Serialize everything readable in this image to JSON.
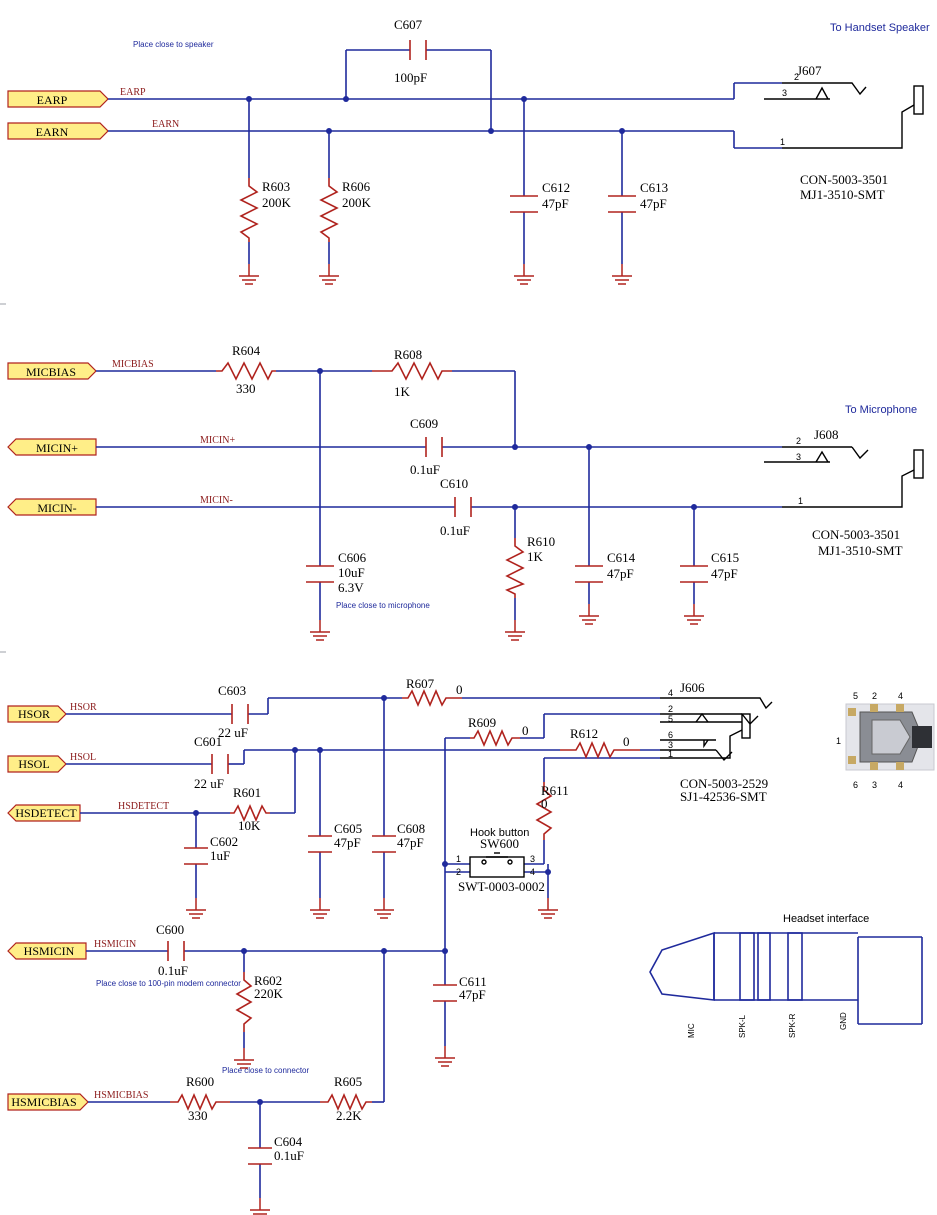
{
  "ports": {
    "earp": "EARP",
    "earn": "EARN",
    "micbias": "MICBIAS",
    "micin_p": "MICIN+",
    "micin_n": "MICIN-",
    "hsor": "HSOR",
    "hsol": "HSOL",
    "hsdetect": "HSDETECT",
    "hsmicin": "HSMICIN",
    "hsmicbias": "HSMICBIAS"
  },
  "nets": {
    "earp": "EARP",
    "earn": "EARN",
    "micbias": "MICBIAS",
    "micin_p": "MICIN+",
    "micin_n": "MICIN-",
    "hsor": "HSOR",
    "hsol": "HSOL",
    "hsdetect": "HSDETECT",
    "hsmicin": "HSMICIN",
    "hsmicbias": "HSMICBIAS"
  },
  "notes": {
    "place_speaker": "Place close to speaker",
    "place_mic": "Place close to microphone",
    "place_modem": "Place close to 100-pin modem connector",
    "place_conn": "Place close to connector",
    "to_speaker": "To Handset Speaker",
    "to_mic": "To Microphone",
    "headset_interface": "Headset interface",
    "hook_button": "Hook button"
  },
  "components": {
    "c607": {
      "ref": "C607",
      "val": "100pF"
    },
    "r603": {
      "ref": "R603",
      "val": "200K"
    },
    "r606": {
      "ref": "R606",
      "val": "200K"
    },
    "c612": {
      "ref": "C612",
      "val": "47pF"
    },
    "c613": {
      "ref": "C613",
      "val": "47pF"
    },
    "j607": {
      "ref": "J607",
      "pn": "CON-5003-3501",
      "mfr": "MJ1-3510-SMT",
      "pins": [
        "2",
        "3",
        "1"
      ]
    },
    "r604": {
      "ref": "R604",
      "val": "330"
    },
    "r608": {
      "ref": "R608",
      "val": "1K"
    },
    "c609": {
      "ref": "C609",
      "val": "0.1uF"
    },
    "c610": {
      "ref": "C610",
      "val": "0.1uF"
    },
    "r610": {
      "ref": "R610",
      "val": "1K"
    },
    "c606": {
      "ref": "C606",
      "val": "10uF",
      "val2": "6.3V"
    },
    "c614": {
      "ref": "C614",
      "val": "47pF"
    },
    "c615": {
      "ref": "C615",
      "val": "47pF"
    },
    "j608": {
      "ref": "J608",
      "pn": "CON-5003-3501",
      "mfr": "MJ1-3510-SMT",
      "pins": [
        "2",
        "3",
        "1"
      ]
    },
    "c603": {
      "ref": "C603",
      "val": "22 uF"
    },
    "c601": {
      "ref": "C601",
      "val": "22 uF"
    },
    "r601": {
      "ref": "R601",
      "val": "10K"
    },
    "c602": {
      "ref": "C602",
      "val": "1uF"
    },
    "c605": {
      "ref": "C605",
      "val": "47pF"
    },
    "c608": {
      "ref": "C608",
      "val": "47pF"
    },
    "r607": {
      "ref": "R607",
      "val": "0"
    },
    "r609": {
      "ref": "R609",
      "val": "0"
    },
    "r612": {
      "ref": "R612",
      "val": "0"
    },
    "r611": {
      "ref": "R611",
      "val": "0"
    },
    "sw600": {
      "ref": "SW600",
      "pn": "SWT-0003-0002",
      "pins": [
        "1",
        "2",
        "3",
        "4"
      ]
    },
    "j606": {
      "ref": "J606",
      "pn": "CON-5003-2529",
      "mfr": "SJ1-42536-SMT",
      "pins": [
        "4",
        "2",
        "5",
        "6",
        "3",
        "1"
      ]
    },
    "c600": {
      "ref": "C600",
      "val": "0.1uF"
    },
    "r602": {
      "ref": "R602",
      "val": "220K"
    },
    "c611": {
      "ref": "C611",
      "val": "47pF"
    },
    "r600": {
      "ref": "R600",
      "val": "330"
    },
    "r605": {
      "ref": "R605",
      "val": "2.2K"
    },
    "c604": {
      "ref": "C604",
      "val": "0.1uF"
    }
  },
  "jack_pinout": {
    "top": [
      "5",
      "2",
      "4"
    ],
    "left": "1",
    "bottom": [
      "6",
      "3",
      "4"
    ]
  },
  "plug_labels": [
    "MIC",
    "SPK-L",
    "SPK-R",
    "GND"
  ]
}
